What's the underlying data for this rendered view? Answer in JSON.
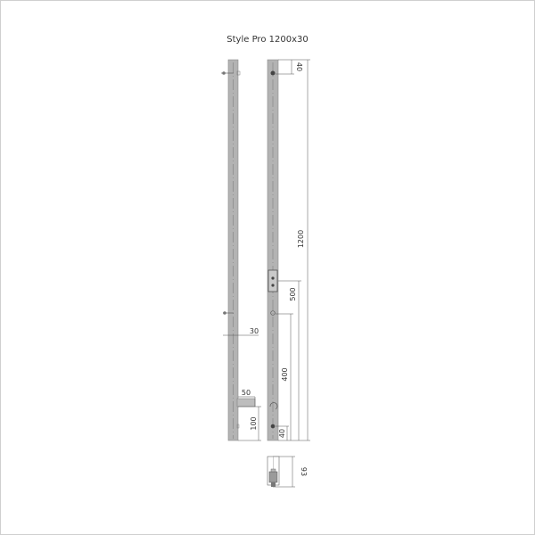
{
  "title": "Style Pro 1200x30",
  "dimensions": {
    "top_offset": "40",
    "total_height": "1200",
    "connection_height": "500",
    "lower_holder": "400",
    "bottom_offset": "40",
    "width": "30",
    "bracket_depth": "50",
    "bracket_height": "100",
    "valve_height": "93"
  },
  "colors": {
    "bar": "#b3b3b3",
    "bar_edge": "#7a7a7a",
    "line": "#555555"
  }
}
